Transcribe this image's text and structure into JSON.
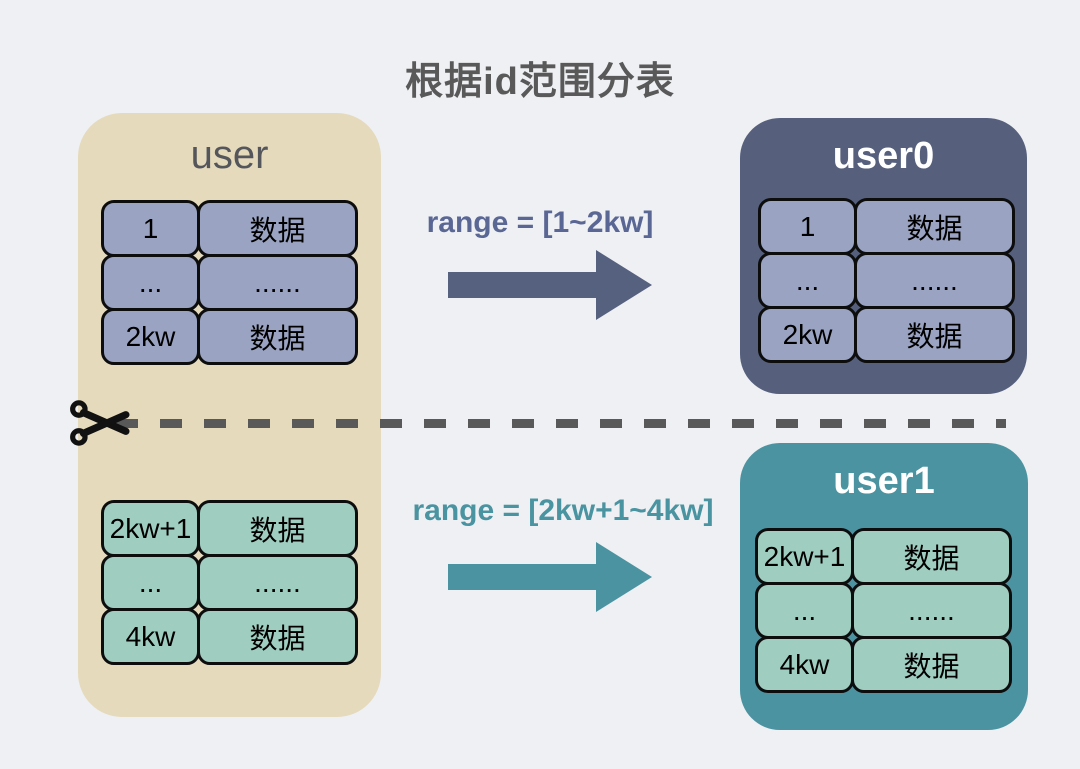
{
  "title": "根据id范围分表",
  "left_panel": {
    "title": "user",
    "top_table": {
      "rows": [
        [
          "1",
          "数据"
        ],
        [
          "...",
          "......"
        ],
        [
          "2kw",
          "数据"
        ]
      ]
    },
    "bottom_table": {
      "rows": [
        [
          "2kw+1",
          "数据"
        ],
        [
          "...",
          "......"
        ],
        [
          "4kw",
          "数据"
        ]
      ]
    }
  },
  "cut": {
    "icon": "scissors-icon",
    "line_style": "dashed"
  },
  "flows": [
    {
      "label": "range = [1~2kw]",
      "color": "#5a6694"
    },
    {
      "label": "range = [2kw+1~4kw]",
      "color": "#4a93a0"
    }
  ],
  "right_panels": [
    {
      "title": "user0",
      "table": {
        "rows": [
          [
            "1",
            "数据"
          ],
          [
            "...",
            "......"
          ],
          [
            "2kw",
            "数据"
          ]
        ]
      }
    },
    {
      "title": "user1",
      "table": {
        "rows": [
          [
            "2kw+1",
            "数据"
          ],
          [
            "...",
            "......"
          ],
          [
            "4kw",
            "数据"
          ]
        ]
      }
    }
  ],
  "colors": {
    "background": "#eef0f3",
    "title_text": "#595959",
    "source_panel": "#e6dabd",
    "source_title_text": "#54565b",
    "shard0_panel": "#56607d",
    "shard1_panel": "#4b93a1",
    "blue_cell": "#9aa4c2",
    "teal_cell": "#9fcec1",
    "cell_border": "#0d0d0d",
    "cut_line": "#595959",
    "arrow0": "#56607f",
    "arrow1": "#4b93a1"
  }
}
